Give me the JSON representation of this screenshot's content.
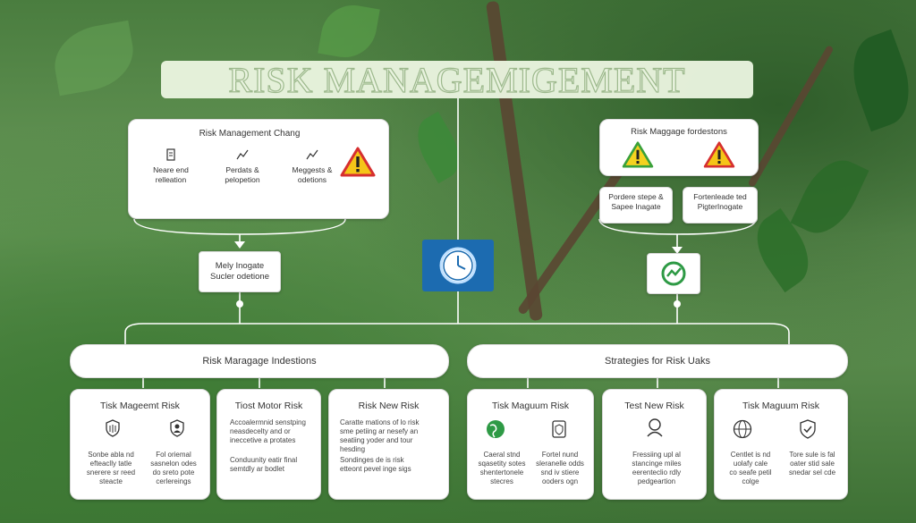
{
  "title": "RISK MANAGEMIGEMENT",
  "top_left": {
    "heading": "Risk Management Chang",
    "items": [
      {
        "icon": "document-icon",
        "label": "Neare end\nrelleation"
      },
      {
        "icon": "chart-icon",
        "label": "Perdats &\npelopetion"
      },
      {
        "icon": "chart-icon",
        "label": "Meggests &\nodetions"
      }
    ]
  },
  "top_right": {
    "heading": "Risk Maggage fordestons",
    "items": [
      "Pordere stepe &\nSapee Inagate",
      "Fortenleade ted\nPigterInogate"
    ]
  },
  "mid_left_box": "Mely Inogate\nSucler odetione",
  "pills": {
    "left": "Risk Maragage Indestions",
    "right": "Strategies for Risk Uaks"
  },
  "cards": [
    {
      "title": "Tisk Mageemt Risk",
      "cells": [
        {
          "icon": "shield-grid-icon",
          "text": "Sonbe abla nd\nefteaclly tatle\nsnerere sr reed\nsteacte"
        },
        {
          "icon": "person-shield-icon",
          "text": "Fol oriemal\nsasnelon odes\ndo sreto pote\ncerlereings"
        }
      ]
    },
    {
      "title": "Tiost Motor Risk",
      "cells": [
        {
          "icon": "",
          "text": "Accoalermnid senstping\nneasdecelty and or\nineccetive a protates"
        },
        {
          "icon": "",
          "text": "Conduunity eatir final\nsemtdly ar bodlet"
        }
      ]
    },
    {
      "title": "Risk New Risk",
      "cells": [
        {
          "icon": "",
          "text": "Caratte mations of lo risk\nsme petiing ar nesefy an\nseatiing yoder and tour\nhesding"
        },
        {
          "icon": "",
          "text": "Sondinges de is risk\netteont pevel inge sigs"
        }
      ]
    },
    {
      "title": "Tisk Maguum Risk",
      "cells": [
        {
          "icon": "globe-icon",
          "text": "Caeral stnd\nsqasetity sotes\nshentertonele\nstecres"
        },
        {
          "icon": "document-shield-icon",
          "text": "Fortel nund\nsleranelle odds\nsnd iv stiere\nooders ogn"
        }
      ]
    },
    {
      "title": "Test New Risk",
      "cells": [
        {
          "icon": "person-icon",
          "text": "Fressiing upl al\nstancinge miles\neerenteclio rdly\npedgeartion"
        }
      ]
    },
    {
      "title": "Tisk Maguum Risk",
      "cells": [
        {
          "icon": "globe-icon",
          "text": "Centlet is nd\nuolafy cale\nco seafe petil\ncolge"
        },
        {
          "icon": "shield-check-icon",
          "text": "Tore sule is fal\noater stid sale\nsnedar sel cde"
        }
      ]
    }
  ]
}
